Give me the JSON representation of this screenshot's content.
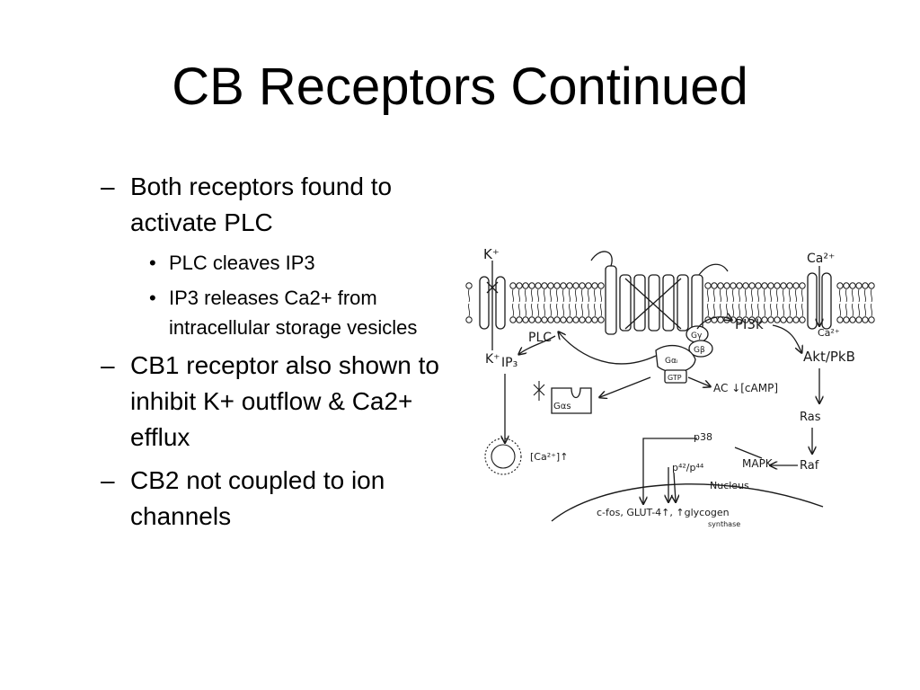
{
  "slide": {
    "title": "CB Receptors Continued",
    "bullet_mark": "–",
    "sub_mark": "•",
    "bullets": [
      {
        "text": "Both receptors found to activate PLC",
        "subs": [
          {
            "text": "PLC cleaves IP3"
          },
          {
            "text": "IP3 releases Ca2+ from intracellular storage vesicles"
          }
        ]
      },
      {
        "text": "CB1 receptor also shown to inhibit K+ outflow & Ca2+ efflux"
      },
      {
        "text": "CB2 not coupled to ion channels"
      }
    ]
  },
  "diagram": {
    "labels": {
      "k_top": "K⁺",
      "ca_top": "Ca²⁺",
      "ca_in": "Ca²⁺",
      "k_bottom": "K⁺",
      "ip3": "IP₃",
      "plc": "PLC",
      "gy": "Gγ",
      "gb": "Gβ",
      "gai": "Gαᵢ",
      "gtp": "GTP",
      "pi3k": "PI3k",
      "akt": "Akt/PkB",
      "gas": "Gαs",
      "ac": "AC ↓[cAMP]",
      "ras": "Ras",
      "raf": "Raf",
      "mapk": "MAPK",
      "p38": "p38",
      "p42": "p⁴²/p⁴⁴",
      "nucleus": "Nucleus",
      "ca_up": "[Ca²⁺]↑",
      "genes": "c-fos, GLUT-4↑, ↑glycogen",
      "synthase": "synthase"
    }
  }
}
